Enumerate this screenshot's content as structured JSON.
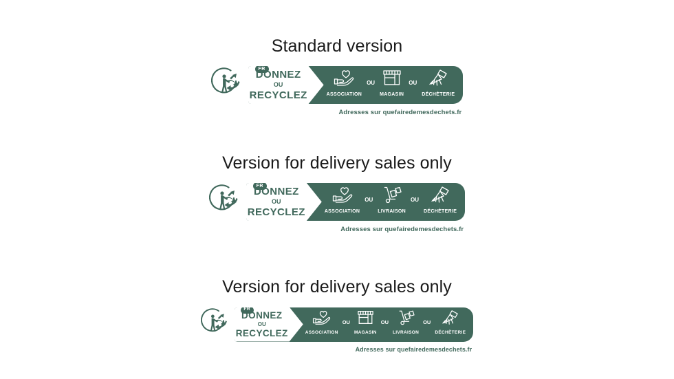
{
  "page": {
    "background_color": "#ffffff",
    "brand_green": "#41695C",
    "heading_color": "#1a1a1a"
  },
  "sections": [
    {
      "title": "Standard version",
      "badge": {
        "locale_tag": "FR",
        "line1": "DONNEZ",
        "line2": "OU",
        "line3": "RECYCLEZ",
        "separator": "OU",
        "footer": "Adresses sur quefairedemesdechets.fr",
        "logo_icon": "triman-recycle-icon",
        "options": [
          {
            "label": "ASSOCIATION",
            "icon": "hand-holding-heart-icon"
          },
          {
            "label": "MAGASIN",
            "icon": "storefront-icon"
          },
          {
            "label": "DÉCHÈTERIE",
            "icon": "tipping-skip-container-icon"
          }
        ]
      }
    },
    {
      "title": "Version for delivery sales only",
      "badge": {
        "locale_tag": "FR",
        "line1": "DONNEZ",
        "line2": "OU",
        "line3": "RECYCLEZ",
        "separator": "OU",
        "footer": "Adresses sur quefairedemesdechets.fr",
        "logo_icon": "triman-recycle-icon",
        "options": [
          {
            "label": "ASSOCIATION",
            "icon": "hand-holding-heart-icon"
          },
          {
            "label": "LIVRAISON",
            "icon": "hand-truck-delivery-icon"
          },
          {
            "label": "DÉCHÈTERIE",
            "icon": "tipping-skip-container-icon"
          }
        ]
      }
    },
    {
      "title": "Version for delivery sales only",
      "badge": {
        "locale_tag": "FR",
        "line1": "DONNEZ",
        "line2": "OU",
        "line3": "RECYCLEZ",
        "separator": "OU",
        "footer": "Adresses sur quefairedemesdechets.fr",
        "logo_icon": "triman-recycle-icon",
        "options": [
          {
            "label": "ASSOCIATION",
            "icon": "hand-holding-heart-icon"
          },
          {
            "label": "MAGASIN",
            "icon": "storefront-icon"
          },
          {
            "label": "LIVRAISON",
            "icon": "hand-truck-delivery-icon"
          },
          {
            "label": "DÉCHÈTERIE",
            "icon": "tipping-skip-container-icon"
          }
        ]
      }
    }
  ]
}
